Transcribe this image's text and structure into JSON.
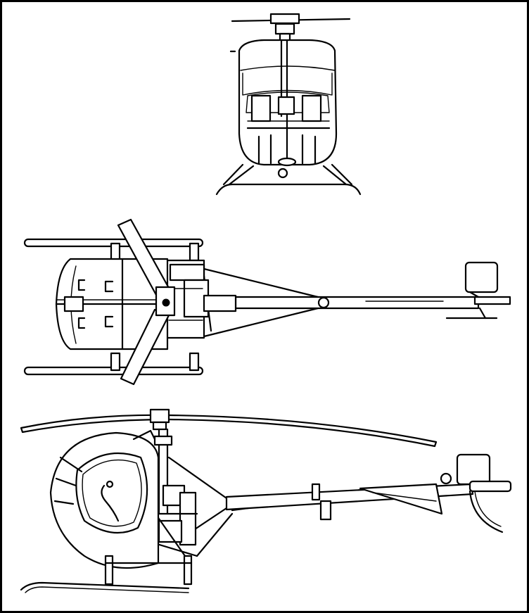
{
  "drawing": {
    "views": [
      "front-view",
      "top-view",
      "side-view"
    ],
    "colors": {
      "ink": "#000000",
      "paper": "#ffffff"
    }
  }
}
